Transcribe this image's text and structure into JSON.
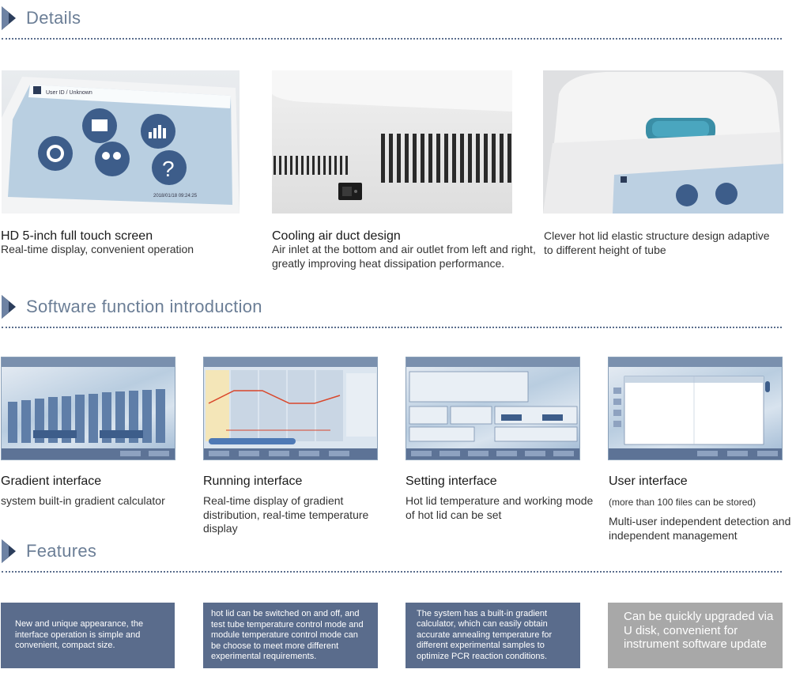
{
  "sections": {
    "details": "Details",
    "software": "Software function introduction",
    "features": "Features"
  },
  "details": [
    {
      "title": "HD 5-inch full touch screen",
      "text": "Real-time display, convenient operation"
    },
    {
      "title": "Cooling air duct design",
      "text": "Air inlet at the bottom and air outlet from left and right, greatly improving heat dissipation performance."
    },
    {
      "title": "",
      "text": "Clever hot lid elastic structure design adaptive to different height of tube"
    }
  ],
  "software": [
    {
      "title": "Gradient interface",
      "text": "system built-in gradient calculator"
    },
    {
      "title": "Running interface",
      "text": "Real-time display of gradient distribution, real-time temperature display"
    },
    {
      "title": "Setting interface",
      "text": "Hot lid temperature and working mode of hot lid can be set"
    },
    {
      "title": "User interface",
      "note": "(more than 100 files can be stored)",
      "text": "Multi-user independent detection and independent management"
    }
  ],
  "features": [
    "New and unique appearance, the interface operation is simple and convenient, compact size.",
    "hot lid can be switched on and off, and test tube temperature control mode and module temperature control mode can be choose to meet more different experimental requirements.",
    "The system has a built-in gradient calculator, which can easily obtain accurate annealing temperature for different experimental samples to optimize PCR reaction conditions.",
    "Can be quickly upgraded via U disk, convenient for instrument software update"
  ],
  "colors": {
    "accent": "#5a6c8c",
    "heading": "#6b7e96",
    "gray_box": "#a8a8a8"
  },
  "icons": [
    "section-mark-icon",
    "file-icon",
    "calculator-icon",
    "gear-icon",
    "help-icon",
    "user-icon"
  ]
}
